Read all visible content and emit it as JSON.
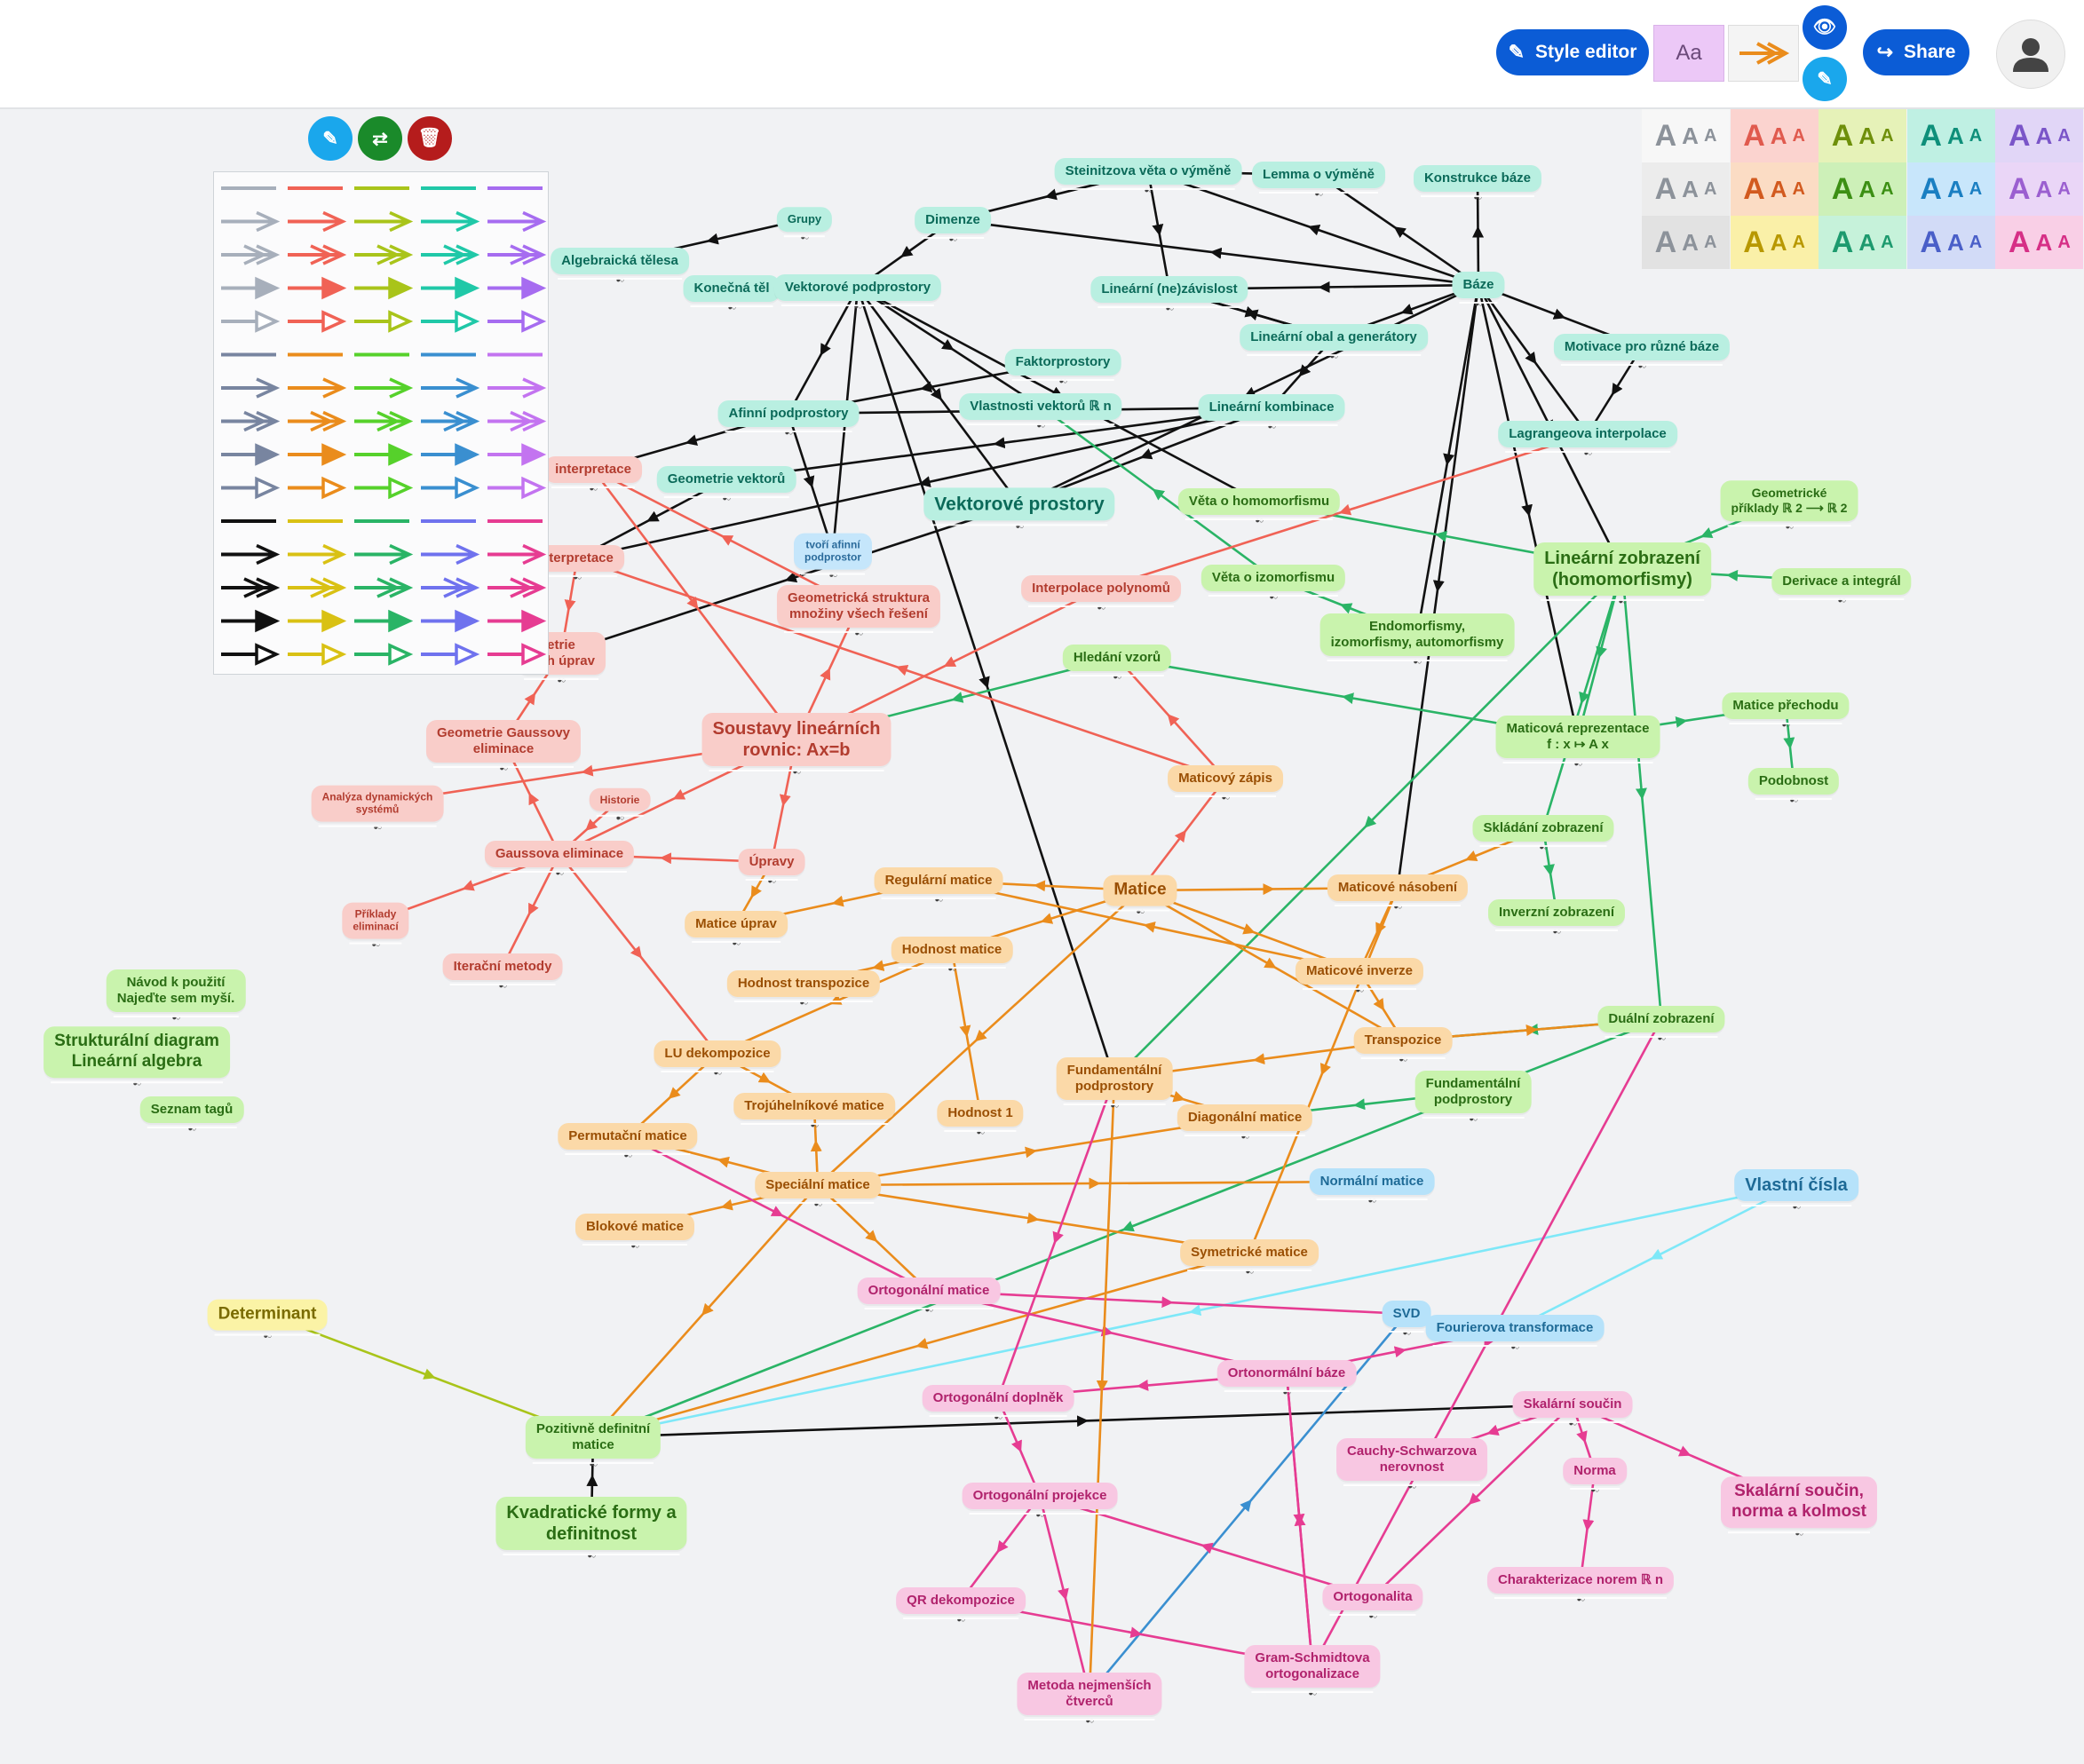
{
  "toolbar": {
    "style_editor_label": "Style editor",
    "font_sample": "Aa",
    "share_label": "Share",
    "icons": [
      "brush-icon",
      "eye-icon",
      "pencil-icon",
      "share-icon",
      "user-avatar-icon"
    ]
  },
  "selection_tools": {
    "icons": [
      "brush-icon",
      "swap-icon",
      "trash-icon"
    ],
    "colors": [
      "#1aa7ec",
      "#1a8a2a",
      "#b51c1c"
    ]
  },
  "font_panel": {
    "glyph": "A",
    "rows": [
      [
        "#8c929a",
        "#e05a4e",
        "#6e8f0a",
        "#0e8f7a",
        "#7a55c8"
      ],
      [
        "#8c929a",
        "#d25a1f",
        "#3c8f14",
        "#1a7fc2",
        "#9b5fd0"
      ],
      [
        "#8c929a",
        "#b89800",
        "#1d9a6e",
        "#4a5fc8",
        "#d62f86"
      ]
    ],
    "bgs": [
      [
        "#f7f7f7",
        "#fbd3cf",
        "#e6f2b8",
        "#bff0e3",
        "#e1d6f7"
      ],
      [
        "#ececec",
        "#fbdcc4",
        "#cdf0b8",
        "#c8e6fb",
        "#ead6f7"
      ],
      [
        "#e2e2e2",
        "#faf0a8",
        "#c6f2da",
        "#d2dbf7",
        "#f9cfe6"
      ]
    ]
  },
  "arrow_palette": {
    "colors_a": [
      "#a7afbb",
      "#f06255",
      "#a9c41a",
      "#20c8a8",
      "#a66cf0"
    ],
    "colors_b": [
      "#7885a0",
      "#ea8c1c",
      "#56d12b",
      "#3a8fd0",
      "#c374f0"
    ],
    "colors_c": [
      "#111111",
      "#d9c114",
      "#2ab466",
      "#6f72ee",
      "#e63c92"
    ]
  },
  "nodes": [
    {
      "id": "grupy",
      "text": "Grupy",
      "c": "teal"
    },
    {
      "id": "alg_telesa",
      "text": "Algebraická tělesa",
      "c": "teal"
    },
    {
      "id": "konecna_tel",
      "text": "Konečná těl",
      "c": "teal"
    },
    {
      "id": "dimenze",
      "text": "Dimenze",
      "c": "teal"
    },
    {
      "id": "steinitz",
      "text": "Steinitzova věta o výměně",
      "c": "teal"
    },
    {
      "id": "lemma",
      "text": "Lemma o výměně",
      "c": "teal"
    },
    {
      "id": "konstrukce",
      "text": "Konstrukce báze",
      "c": "teal"
    },
    {
      "id": "vekt_podprost",
      "text": "Vektorové podprostory",
      "c": "teal"
    },
    {
      "id": "lin_nezav",
      "text": "Lineární (ne)závislost",
      "c": "teal"
    },
    {
      "id": "baze",
      "text": "Báze",
      "c": "teal"
    },
    {
      "id": "lin_obal",
      "text": "Lineární obal a generátory",
      "c": "teal"
    },
    {
      "id": "motivace",
      "text": "Motivace pro různé báze",
      "c": "teal"
    },
    {
      "id": "faktor",
      "text": "Faktorprostory",
      "c": "teal"
    },
    {
      "id": "vlastnosti_rn",
      "text": "Vlastnosti vektorů ℝ n",
      "c": "teal"
    },
    {
      "id": "afinni",
      "text": "Afinní podprostory",
      "c": "teal"
    },
    {
      "id": "lin_komb",
      "text": "Lineární kombinace",
      "c": "teal"
    },
    {
      "id": "lagrange",
      "text": "Lagrangeova interpolace",
      "c": "teal"
    },
    {
      "id": "geom_vekt",
      "text": "Geometrie vektorů",
      "c": "teal"
    },
    {
      "id": "vekt_prost",
      "text": "Vektorové prostory",
      "c": "teal"
    },
    {
      "id": "veta_hom",
      "text": "Věta o homomorfismu",
      "c": "green"
    },
    {
      "id": "geom_priklady",
      "text": "Geometrické\npříklady ℝ 2 ⟶ ℝ 2",
      "c": "green"
    },
    {
      "id": "tvori",
      "text": "tvoří afinní\npodprostor",
      "c": "lblue"
    },
    {
      "id": "interpretace1",
      "text": "interpretace",
      "c": "red"
    },
    {
      "id": "interpretace2",
      "text": "nterpretace",
      "c": "red"
    },
    {
      "id": "veta_izo",
      "text": "Věta o izomorfismu",
      "c": "green"
    },
    {
      "id": "lin_zobr",
      "text": "Lineární zobrazení\n(homomorfismy)",
      "c": "green"
    },
    {
      "id": "derivace",
      "text": "Derivace a integrál",
      "c": "green"
    },
    {
      "id": "interp_pol",
      "text": "Interpolace polynomů",
      "c": "red"
    },
    {
      "id": "geom_strukt",
      "text": "Geometrická struktura\nmnožiny všech řešení",
      "c": "red"
    },
    {
      "id": "endo",
      "text": "Endomorfismy,\nizomorfismy, automorfismy",
      "c": "green"
    },
    {
      "id": "geom_upr",
      "text": "etrie\nních úprav",
      "c": "red"
    },
    {
      "id": "hledani",
      "text": "Hledání vzorů",
      "c": "green"
    },
    {
      "id": "matice_prechodu",
      "text": "Matice přechodu",
      "c": "green"
    },
    {
      "id": "soustavy",
      "text": "Soustavy lineárních\nrovnic: Ax=b",
      "c": "red"
    },
    {
      "id": "geom_gauss",
      "text": "Geometrie Gaussovy\neliminace",
      "c": "red"
    },
    {
      "id": "mat_repr",
      "text": "Maticová reprezentace\nf : x ↦ A x",
      "c": "green"
    },
    {
      "id": "podobnost",
      "text": "Podobnost",
      "c": "green"
    },
    {
      "id": "mat_zapis",
      "text": "Maticový zápis",
      "c": "orange"
    },
    {
      "id": "analyza",
      "text": "Analýza dynamických\nsystémů",
      "c": "red"
    },
    {
      "id": "historie",
      "text": "Historie",
      "c": "red"
    },
    {
      "id": "skladani",
      "text": "Skládání zobrazení",
      "c": "green"
    },
    {
      "id": "gauss",
      "text": "Gaussova eliminace",
      "c": "red"
    },
    {
      "id": "upravy",
      "text": "Úpravy",
      "c": "red"
    },
    {
      "id": "regularni",
      "text": "Regulární matice",
      "c": "orange"
    },
    {
      "id": "matice",
      "text": "Matice",
      "c": "orange"
    },
    {
      "id": "mat_nasob",
      "text": "Maticové násobení",
      "c": "orange"
    },
    {
      "id": "priklady_elim",
      "text": "Příklady\neliminací",
      "c": "red"
    },
    {
      "id": "inverzni_zobr",
      "text": "Inverzní zobrazení",
      "c": "green"
    },
    {
      "id": "matice_uprav",
      "text": "Matice úprav",
      "c": "orange"
    },
    {
      "id": "hodnost",
      "text": "Hodnost matice",
      "c": "orange"
    },
    {
      "id": "iteracni",
      "text": "Iterační metody",
      "c": "red"
    },
    {
      "id": "mat_inverze",
      "text": "Maticové inverze",
      "c": "orange"
    },
    {
      "id": "navod",
      "text": "Návod k použití\nNajeďte sem myší.",
      "c": "green"
    },
    {
      "id": "hodnost_transp",
      "text": "Hodnost transpozice",
      "c": "orange"
    },
    {
      "id": "strukt",
      "text": "Strukturální diagram\nLineární algebra",
      "c": "green"
    },
    {
      "id": "dualni",
      "text": "Duální zobrazení",
      "c": "green"
    },
    {
      "id": "transpozice",
      "text": "Transpozice",
      "c": "orange"
    },
    {
      "id": "lu",
      "text": "LU dekompozice",
      "c": "orange"
    },
    {
      "id": "fund_podprost",
      "text": "Fundamentální\npodprostory",
      "c": "orange"
    },
    {
      "id": "fund_podprost2",
      "text": "Fundamentální\npodprostory",
      "c": "green"
    },
    {
      "id": "seznam",
      "text": "Seznam tagů",
      "c": "green"
    },
    {
      "id": "trojuh",
      "text": "Trojúhelníkové matice",
      "c": "orange"
    },
    {
      "id": "hodnost1",
      "text": "Hodnost 1",
      "c": "orange"
    },
    {
      "id": "diag",
      "text": "Diagonální matice",
      "c": "orange"
    },
    {
      "id": "permut",
      "text": "Permutační matice",
      "c": "orange"
    },
    {
      "id": "specialni",
      "text": "Speciální matice",
      "c": "orange"
    },
    {
      "id": "normalni",
      "text": "Normální matice",
      "c": "blue"
    },
    {
      "id": "vlastni",
      "text": "Vlastní čísla",
      "c": "blue"
    },
    {
      "id": "blokove",
      "text": "Blokové matice",
      "c": "orange"
    },
    {
      "id": "symetricke",
      "text": "Symetrické matice",
      "c": "orange"
    },
    {
      "id": "ortog_matice",
      "text": "Ortogonální matice",
      "c": "pink"
    },
    {
      "id": "determinant",
      "text": "Determinant",
      "c": "yellow"
    },
    {
      "id": "svd",
      "text": "SVD",
      "c": "blue"
    },
    {
      "id": "fourier",
      "text": "Fourierova transformace",
      "c": "blue"
    },
    {
      "id": "ortonorm",
      "text": "Ortonormální báze",
      "c": "pink"
    },
    {
      "id": "ortog_doplnek",
      "text": "Ortogonální doplněk",
      "c": "pink"
    },
    {
      "id": "skal_soucin",
      "text": "Skalární součin",
      "c": "pink"
    },
    {
      "id": "poz_def",
      "text": "Pozitivně definitní\nmatice",
      "c": "green"
    },
    {
      "id": "cauchy",
      "text": "Cauchy-Schwarzova\nnerovnost",
      "c": "pink"
    },
    {
      "id": "norma",
      "text": "Norma",
      "c": "pink"
    },
    {
      "id": "skal_norma",
      "text": "Skalární součin,\nnorma a kolmost",
      "c": "pink"
    },
    {
      "id": "ortog_proj",
      "text": "Ortogonální projekce",
      "c": "pink"
    },
    {
      "id": "kvadr",
      "text": "Kvadratické formy a\ndefinitnost",
      "c": "green"
    },
    {
      "id": "charakt",
      "text": "Charakterizace norem ℝ n",
      "c": "pink"
    },
    {
      "id": "ortogonalita",
      "text": "Ortogonalita",
      "c": "pink"
    },
    {
      "id": "qr",
      "text": "QR dekompozice",
      "c": "pink"
    },
    {
      "id": "gram",
      "text": "Gram-Schmidtova\nortogonalizace",
      "c": "pink"
    },
    {
      "id": "mnc",
      "text": "Metoda nejmenších\nčtverců",
      "c": "pink"
    }
  ],
  "edges": [
    [
      "grupy",
      "alg_telesa",
      "#111"
    ],
    [
      "dimenze",
      "vekt_podprost",
      "#111"
    ],
    [
      "steinitz",
      "dimenze",
      "#111"
    ],
    [
      "steinitz",
      "lin_nezav",
      "#111"
    ],
    [
      "lemma",
      "steinitz",
      "#111"
    ],
    [
      "baze",
      "dimenze",
      "#111"
    ],
    [
      "baze",
      "lin_nezav",
      "#111"
    ],
    [
      "baze",
      "steinitz",
      "#111"
    ],
    [
      "baze",
      "lemma",
      "#111"
    ],
    [
      "baze",
      "konstrukce",
      "#111"
    ],
    [
      "baze",
      "motivace",
      "#111"
    ],
    [
      "baze",
      "lagrange",
      "#111"
    ],
    [
      "baze",
      "lin_obal",
      "#111"
    ],
    [
      "baze",
      "mat_repr",
      "#111"
    ],
    [
      "baze",
      "lin_zobr",
      "#111"
    ],
    [
      "baze",
      "vekt_prost",
      "#111"
    ],
    [
      "lin_obal",
      "lin_komb",
      "#111"
    ],
    [
      "lin_nezav",
      "lin_obal",
      "#111"
    ],
    [
      "lin_obal",
      "lin_nezav",
      "#111"
    ],
    [
      "motivace",
      "lagrange",
      "#111"
    ],
    [
      "lin_komb",
      "afinni",
      "#111"
    ],
    [
      "lin_komb",
      "geom_vekt",
      "#111"
    ],
    [
      "faktor",
      "afinni",
      "#111"
    ],
    [
      "vekt_podprost",
      "vekt_prost",
      "#111"
    ],
    [
      "vekt_podprost",
      "afinni",
      "#111"
    ],
    [
      "vekt_podprost",
      "tvori",
      "#111"
    ],
    [
      "vekt_podprost",
      "vlastnosti_rn",
      "#111"
    ],
    [
      "vekt_podprost",
      "veta_hom",
      "#111"
    ],
    [
      "afinni",
      "tvori",
      "#111"
    ],
    [
      "afinni",
      "interpretace1",
      "#111"
    ],
    [
      "geom_vekt",
      "interpretace2",
      "#111"
    ],
    [
      "lin_komb",
      "interpretace2",
      "#111"
    ],
    [
      "vekt_prost",
      "geom_upr",
      "#111"
    ],
    [
      "lin_komb",
      "vekt_prost",
      "#111"
    ],
    [
      "baze",
      "endo",
      "#111"
    ],
    [
      "baze",
      "mat_nasob",
      "#111"
    ],
    [
      "vekt_podprost",
      "fund_podprost",
      "#111"
    ],
    [
      "lin_zobr",
      "veta_hom",
      "#2ab466"
    ],
    [
      "geom_priklady",
      "lin_zobr",
      "#2ab466"
    ],
    [
      "derivace",
      "lin_zobr",
      "#2ab466"
    ],
    [
      "lin_zobr",
      "mat_repr",
      "#2ab466"
    ],
    [
      "mat_repr",
      "matice_prechodu",
      "#2ab466"
    ],
    [
      "matice_prechodu",
      "podobnost",
      "#2ab466"
    ],
    [
      "lin_zobr",
      "skladani",
      "#2ab466"
    ],
    [
      "skladani",
      "inverzni_zobr",
      "#2ab466"
    ],
    [
      "lin_zobr",
      "dualni",
      "#2ab466"
    ],
    [
      "dualni",
      "transpozice",
      "#2ab466"
    ],
    [
      "fund_podprost2",
      "diag",
      "#2ab466"
    ],
    [
      "endo",
      "veta_izo",
      "#2ab466"
    ],
    [
      "mat_repr",
      "hledani",
      "#2ab466"
    ],
    [
      "hledani",
      "soustavy",
      "#2ab466"
    ],
    [
      "veta_izo",
      "vlastnosti_rn",
      "#2ab466"
    ],
    [
      "lin_zobr",
      "fund_podprost",
      "#2ab466"
    ],
    [
      "dualni",
      "poz_def",
      "#2ab466"
    ],
    [
      "determinant",
      "poz_def",
      "#a9c41a"
    ],
    [
      "soustavy",
      "geom_strukt",
      "#f06255"
    ],
    [
      "soustavy",
      "upravy",
      "#f06255"
    ],
    [
      "soustavy",
      "gauss",
      "#f06255"
    ],
    [
      "soustavy",
      "analyza",
      "#f06255"
    ],
    [
      "gauss",
      "geom_gauss",
      "#f06255"
    ],
    [
      "gauss",
      "priklady_elim",
      "#f06255"
    ],
    [
      "gauss",
      "iteracni",
      "#f06255"
    ],
    [
      "upravy",
      "gauss",
      "#f06255"
    ],
    [
      "historie",
      "gauss",
      "#f06255"
    ],
    [
      "interpretace1",
      "soustavy",
      "#f06255"
    ],
    [
      "interp_pol",
      "soustavy",
      "#f06255"
    ],
    [
      "lagrange",
      "interp_pol",
      "#f06255"
    ],
    [
      "geom_strukt",
      "interpretace1",
      "#f06255"
    ],
    [
      "mat_zapis",
      "hledani",
      "#f06255"
    ],
    [
      "mat_zapis",
      "interpretace2",
      "#f06255"
    ],
    [
      "matice",
      "mat_zapis",
      "#f06255"
    ],
    [
      "gauss",
      "lu",
      "#f06255"
    ],
    [
      "interpretace2",
      "geom_upr",
      "#f06255"
    ],
    [
      "geom_gauss",
      "geom_upr",
      "#f06255"
    ],
    [
      "upravy",
      "matice_uprav",
      "#ea8c1c"
    ],
    [
      "regularni",
      "matice_uprav",
      "#ea8c1c"
    ],
    [
      "matice",
      "regularni",
      "#ea8c1c"
    ],
    [
      "matice",
      "mat_nasob",
      "#ea8c1c"
    ],
    [
      "matice",
      "hodnost",
      "#ea8c1c"
    ],
    [
      "matice",
      "mat_inverze",
      "#ea8c1c"
    ],
    [
      "matice",
      "transpozice",
      "#ea8c1c"
    ],
    [
      "matice",
      "specialni",
      "#ea8c1c"
    ],
    [
      "mat_nasob",
      "mat_inverze",
      "#ea8c1c"
    ],
    [
      "mat_inverze",
      "regularni",
      "#ea8c1c"
    ],
    [
      "hodnost",
      "hodnost_transp",
      "#ea8c1c"
    ],
    [
      "hodnost",
      "hodnost1",
      "#ea8c1c"
    ],
    [
      "hodnost",
      "lu",
      "#ea8c1c"
    ],
    [
      "specialni",
      "trojuh",
      "#ea8c1c"
    ],
    [
      "specialni",
      "permut",
      "#ea8c1c"
    ],
    [
      "specialni",
      "diag",
      "#ea8c1c"
    ],
    [
      "specialni",
      "blokove",
      "#ea8c1c"
    ],
    [
      "specialni",
      "symetricke",
      "#ea8c1c"
    ],
    [
      "specialni",
      "normalni",
      "#ea8c1c"
    ],
    [
      "specialni",
      "ortog_matice",
      "#ea8c1c"
    ],
    [
      "lu",
      "permut",
      "#ea8c1c"
    ],
    [
      "lu",
      "trojuh",
      "#ea8c1c"
    ],
    [
      "transpozice",
      "fund_podprost",
      "#ea8c1c"
    ],
    [
      "transpozice",
      "dualni",
      "#ea8c1c"
    ],
    [
      "fund_podprost",
      "diag",
      "#ea8c1c"
    ],
    [
      "mat_inverze",
      "transpozice",
      "#ea8c1c"
    ],
    [
      "symetricke",
      "poz_def",
      "#ea8c1c"
    ],
    [
      "specialni",
      "poz_def",
      "#ea8c1c"
    ],
    [
      "kvadr",
      "poz_def",
      "#111"
    ],
    [
      "poz_def",
      "skal_soucin",
      "#111"
    ],
    [
      "vlastni",
      "poz_def",
      "#7ee8f8"
    ],
    [
      "vlastni",
      "fourier",
      "#7ee8f8"
    ],
    [
      "mnc",
      "svd",
      "#3a8fd0"
    ],
    [
      "ortog_matice",
      "ortonorm",
      "#e63c92"
    ],
    [
      "ortog_matice",
      "svd",
      "#e63c92"
    ],
    [
      "ortonorm",
      "ortog_doplnek",
      "#e63c92"
    ],
    [
      "ortonorm",
      "gram",
      "#e63c92"
    ],
    [
      "ortonorm",
      "fourier",
      "#e63c92"
    ],
    [
      "skal_soucin",
      "norma",
      "#e63c92"
    ],
    [
      "skal_soucin",
      "cauchy",
      "#e63c92"
    ],
    [
      "skal_soucin",
      "skal_norma",
      "#e63c92"
    ],
    [
      "skal_soucin",
      "ortogonalita",
      "#e63c92"
    ],
    [
      "norma",
      "charakt",
      "#e63c92"
    ],
    [
      "ortog_doplnek",
      "ortog_proj",
      "#e63c92"
    ],
    [
      "ortog_proj",
      "mnc",
      "#e63c92"
    ],
    [
      "ortog_proj",
      "qr",
      "#e63c92"
    ],
    [
      "qr",
      "gram",
      "#e63c92"
    ],
    [
      "ortogonalita",
      "ortog_proj",
      "#e63c92"
    ],
    [
      "gram",
      "ortonorm",
      "#e63c92"
    ],
    [
      "dualni",
      "gram",
      "#e63c92"
    ],
    [
      "permut",
      "ortog_matice",
      "#e63c92"
    ],
    [
      "fund_podprost",
      "mnc",
      "#ea8c1c"
    ],
    [
      "fund_podprost",
      "ortog_doplnek",
      "#e63c92"
    ],
    [
      "mat_nasob",
      "symetricke",
      "#ea8c1c"
    ],
    [
      "skladani",
      "mat_nasob",
      "#ea8c1c"
    ]
  ]
}
